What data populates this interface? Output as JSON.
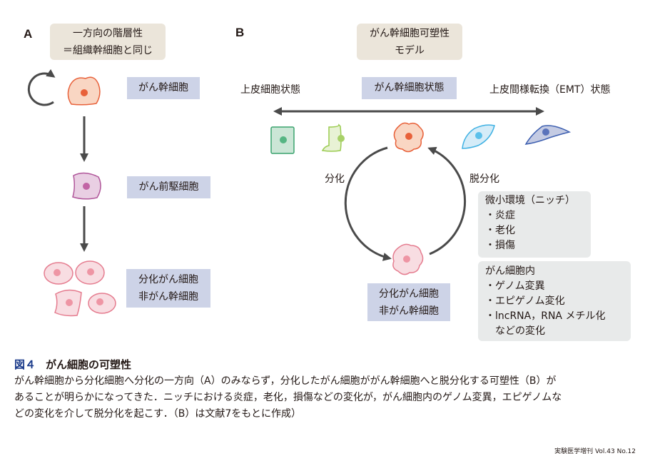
{
  "panel_a": {
    "label": "A",
    "header": [
      "一方向の階層性",
      "＝組織幹細胞と同じ"
    ],
    "stages": [
      {
        "label": [
          "がん幹細胞"
        ]
      },
      {
        "label": [
          "がん前駆細胞"
        ]
      },
      {
        "label": [
          "分化がん細胞",
          "非がん幹細胞"
        ]
      }
    ]
  },
  "panel_b": {
    "label": "B",
    "header": [
      "がん幹細胞可塑性",
      "モデル"
    ],
    "left_state": "上皮細胞状態",
    "center_state": "がん幹細胞状態",
    "right_state": "上皮間様転換（EMT）状態",
    "differentiation": "分化",
    "dedifferentiation": "脱分化",
    "bottom_label": [
      "分化がん細胞",
      "非がん幹細胞"
    ],
    "niche": {
      "title": "微小環境（ニッチ）",
      "items": [
        "・炎症",
        "・老化",
        "・損傷"
      ]
    },
    "intracellular": {
      "title": "がん細胞内",
      "items": [
        "・ゲノム変異",
        "・エピゲノム変化",
        "・lncRNA，RNA メチル化",
        "　などの変化"
      ]
    }
  },
  "caption": {
    "fig": "図４",
    "title": "がん細胞の可塑性",
    "lines": [
      "がん幹細胞から分化細胞へ分化の一方向（A）のみならず，分化したがん細胞ががん幹細胞へと脱分化する可塑性（B）が",
      "あることが明らかになってきた．ニッチにおける炎症，老化，損傷などの変化が，がん細胞内のゲノム変異，エピゲノムな",
      "どの変化を介して脱分化を起こす．（B）は文献7をもとに作成）"
    ]
  },
  "footer": "実験医学増刊 Vol.43 No.12",
  "colors": {
    "stem": "#e8613a",
    "progenitor": "#b0569a",
    "differentiated": "#e57c8f",
    "accent": "#1a3a8a"
  }
}
